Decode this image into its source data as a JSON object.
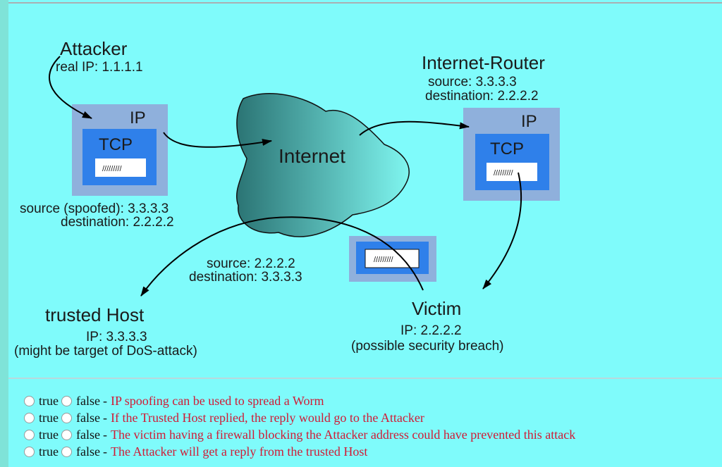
{
  "diagram": {
    "attacker": {
      "name": "Attacker",
      "ip_line": "real IP: 1.1.1.1"
    },
    "packet_labels": {
      "ip": "IP",
      "tcp": "TCP",
      "payload": "/////////"
    },
    "spoofed_packet": {
      "source": "source (spoofed): 3.3.3.3",
      "destination": "destination: 2.2.2.2"
    },
    "internet": {
      "label": "Internet"
    },
    "router": {
      "name": "Internet-Router",
      "source": "source: 3.3.3.3",
      "destination": "destination: 2.2.2.2"
    },
    "reply_packet": {
      "source": "source: 2.2.2.2",
      "destination": "destination: 3.3.3.3"
    },
    "trusted_host": {
      "name": "trusted Host",
      "ip_line": "IP: 3.3.3.3",
      "note": "(might be target of DoS-attack)"
    },
    "victim": {
      "name": "Victim",
      "ip_line": "IP: 2.2.2.2",
      "note": "(possible security breach)"
    },
    "colors": {
      "ip_box": "#8fb0dc",
      "tcp_box": "#2f80ea",
      "cloud_dark": "#2b7474",
      "cloud_light": "#7ff5ef"
    }
  },
  "quiz": {
    "true_label": "true",
    "false_label": "false",
    "questions": [
      {
        "text": "IP spoofing can be used to spread a Worm"
      },
      {
        "text": "If the Trusted Host replied, the reply would go to the Attacker"
      },
      {
        "text": "The victim having a firewall blocking the Attacker address could have prevented this attack"
      },
      {
        "text": "The Attacker will get a reply from the trusted Host"
      }
    ]
  }
}
